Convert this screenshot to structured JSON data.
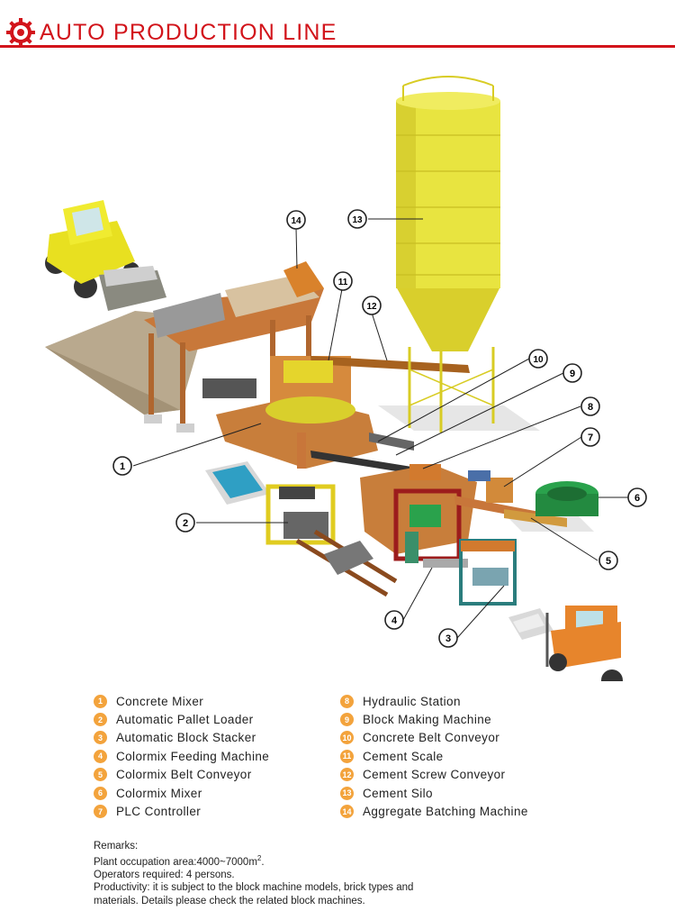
{
  "header": {
    "title": "AUTO PRODUCTION LINE",
    "logo_icon": "gear-logo-icon",
    "accent": "#d2141b"
  },
  "callouts": [
    "1",
    "2",
    "3",
    "4",
    "5",
    "6",
    "7",
    "8",
    "9",
    "10",
    "11",
    "12",
    "13",
    "14"
  ],
  "legend": {
    "left": [
      {
        "num": "1",
        "label": "Concrete Mixer"
      },
      {
        "num": "2",
        "label": "Automatic Pallet Loader"
      },
      {
        "num": "3",
        "label": "Automatic Block Stacker"
      },
      {
        "num": "4",
        "label": "Colormix Feeding Machine"
      },
      {
        "num": "5",
        "label": "Colormix Belt Conveyor"
      },
      {
        "num": "6",
        "label": "Colormix Mixer"
      },
      {
        "num": "7",
        "label": "PLC Controller"
      }
    ],
    "right": [
      {
        "num": "8",
        "label": "Hydraulic Station"
      },
      {
        "num": "9",
        "label": "Block Making Machine"
      },
      {
        "num": "10",
        "label": "Concrete Belt Conveyor"
      },
      {
        "num": "11",
        "label": "Cement Scale"
      },
      {
        "num": "12",
        "label": "Cement Screw Conveyor"
      },
      {
        "num": "13",
        "label": "Cement Silo"
      },
      {
        "num": "14",
        "label": "Aggregate Batching Machine"
      }
    ],
    "badge_color": "#f3a33c"
  },
  "remarks": {
    "heading": "Remarks:",
    "area_prefix": "Plant occupation area:4000~7000m",
    "area_sup": "2",
    "area_suffix": ".",
    "operators": "Operators required: 4 persons.",
    "productivity_1": "Productivity: it is subject to the block machine models, brick types and",
    "productivity_2": "materials. Details please check the related block machines."
  }
}
